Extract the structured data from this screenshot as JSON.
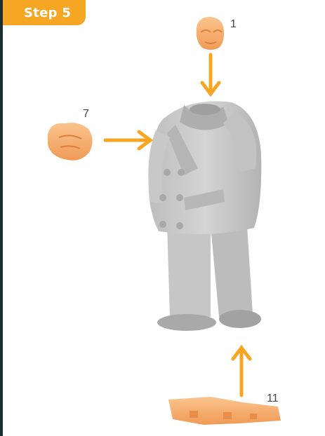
{
  "header": {
    "step_label": "Step 5"
  },
  "callouts": {
    "head": "1",
    "hands": "7",
    "base": "11"
  },
  "colors": {
    "accent": "#f5a623",
    "part": "#f8b072",
    "model": "#c8c8c8",
    "edge": "#1d2b33"
  }
}
